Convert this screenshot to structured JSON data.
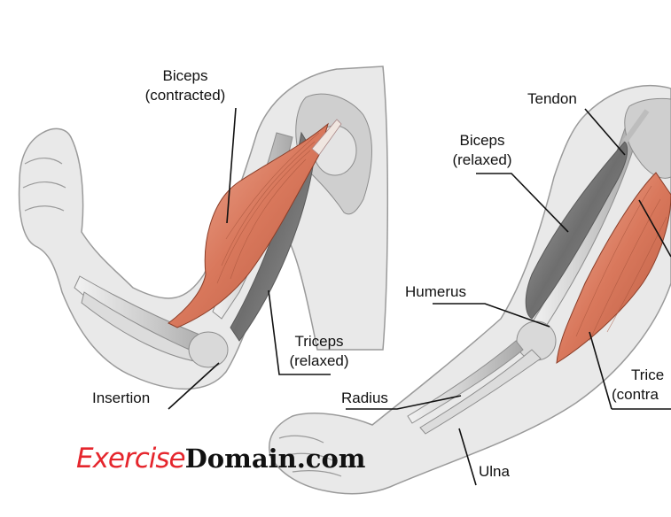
{
  "labels": {
    "left_biceps_line1": "Biceps",
    "left_biceps_line2": "(contracted)",
    "left_triceps_line1": "Triceps",
    "left_triceps_line2": "(relaxed)",
    "insertion": "Insertion",
    "tendon": "Tendon",
    "right_biceps_line1": "Biceps",
    "right_biceps_line2": "(relaxed)",
    "humerus": "Humerus",
    "radius": "Radius",
    "ulna": "Ulna",
    "right_triceps_line1": "Trice",
    "right_triceps_line2": "(contra"
  },
  "watermark": {
    "part1": "Exercise",
    "part2": "Domain.com"
  },
  "colors": {
    "skin": "#e9e9e9",
    "skin_outline": "#9a9a9a",
    "bone": "#d6d6d6",
    "muscle_contracted": "#d98469",
    "muscle_relaxed": "#7d7d7d",
    "watermark_red": "#e5262d"
  }
}
